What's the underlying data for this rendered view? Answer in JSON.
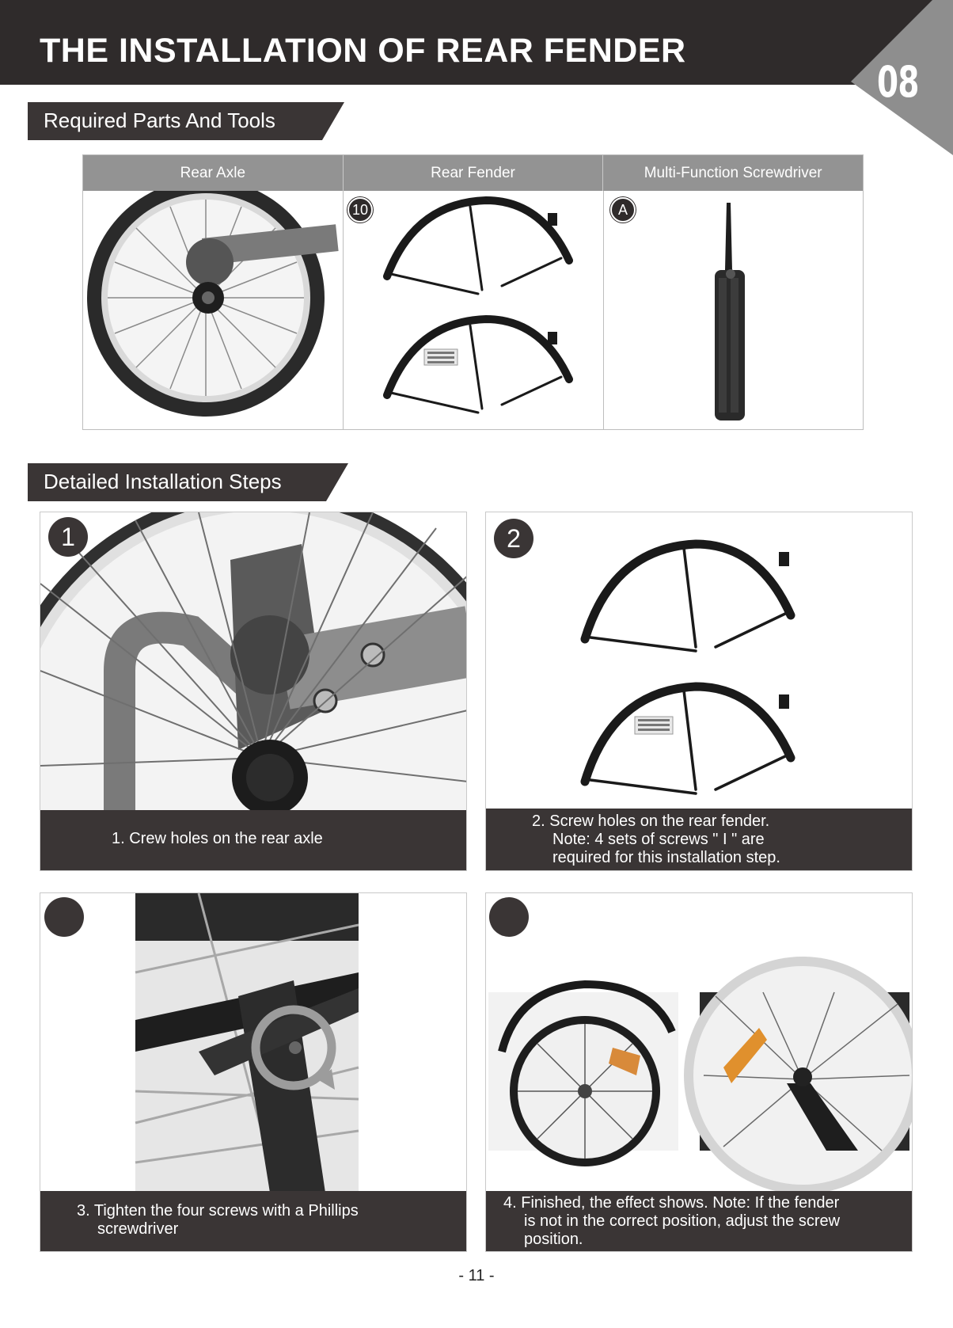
{
  "header": {
    "title": "THE INSTALLATION OF REAR FENDER",
    "section_number": "08"
  },
  "sections": {
    "parts": "Required Parts And Tools",
    "steps": "Detailed Installation Steps"
  },
  "parts_table": {
    "headers": [
      "Rear Axle",
      "Rear  Fender",
      "Multi-Function  Screwdriver"
    ],
    "badges": [
      "10",
      "A"
    ]
  },
  "steps": [
    {
      "badge": "1",
      "line1": "1. Crew holes on the rear axle",
      "line2": "",
      "line3": ""
    },
    {
      "badge": "2",
      "line1": "2. Screw holes on the rear fender.",
      "line2": "Note: 4 sets of screws \" I \" are",
      "line3": "required  for this installation step."
    },
    {
      "badge": "",
      "line1": "3. Tighten the four screws with a Phillips",
      "line2": "screwdriver",
      "line3": ""
    },
    {
      "badge": "",
      "line1": "4. Finished, the effect shows. Note: If the fender",
      "line2": "is not in the correct  position, adjust the screw",
      "line3": "position."
    }
  ],
  "footer": {
    "page": "- 11 -"
  }
}
